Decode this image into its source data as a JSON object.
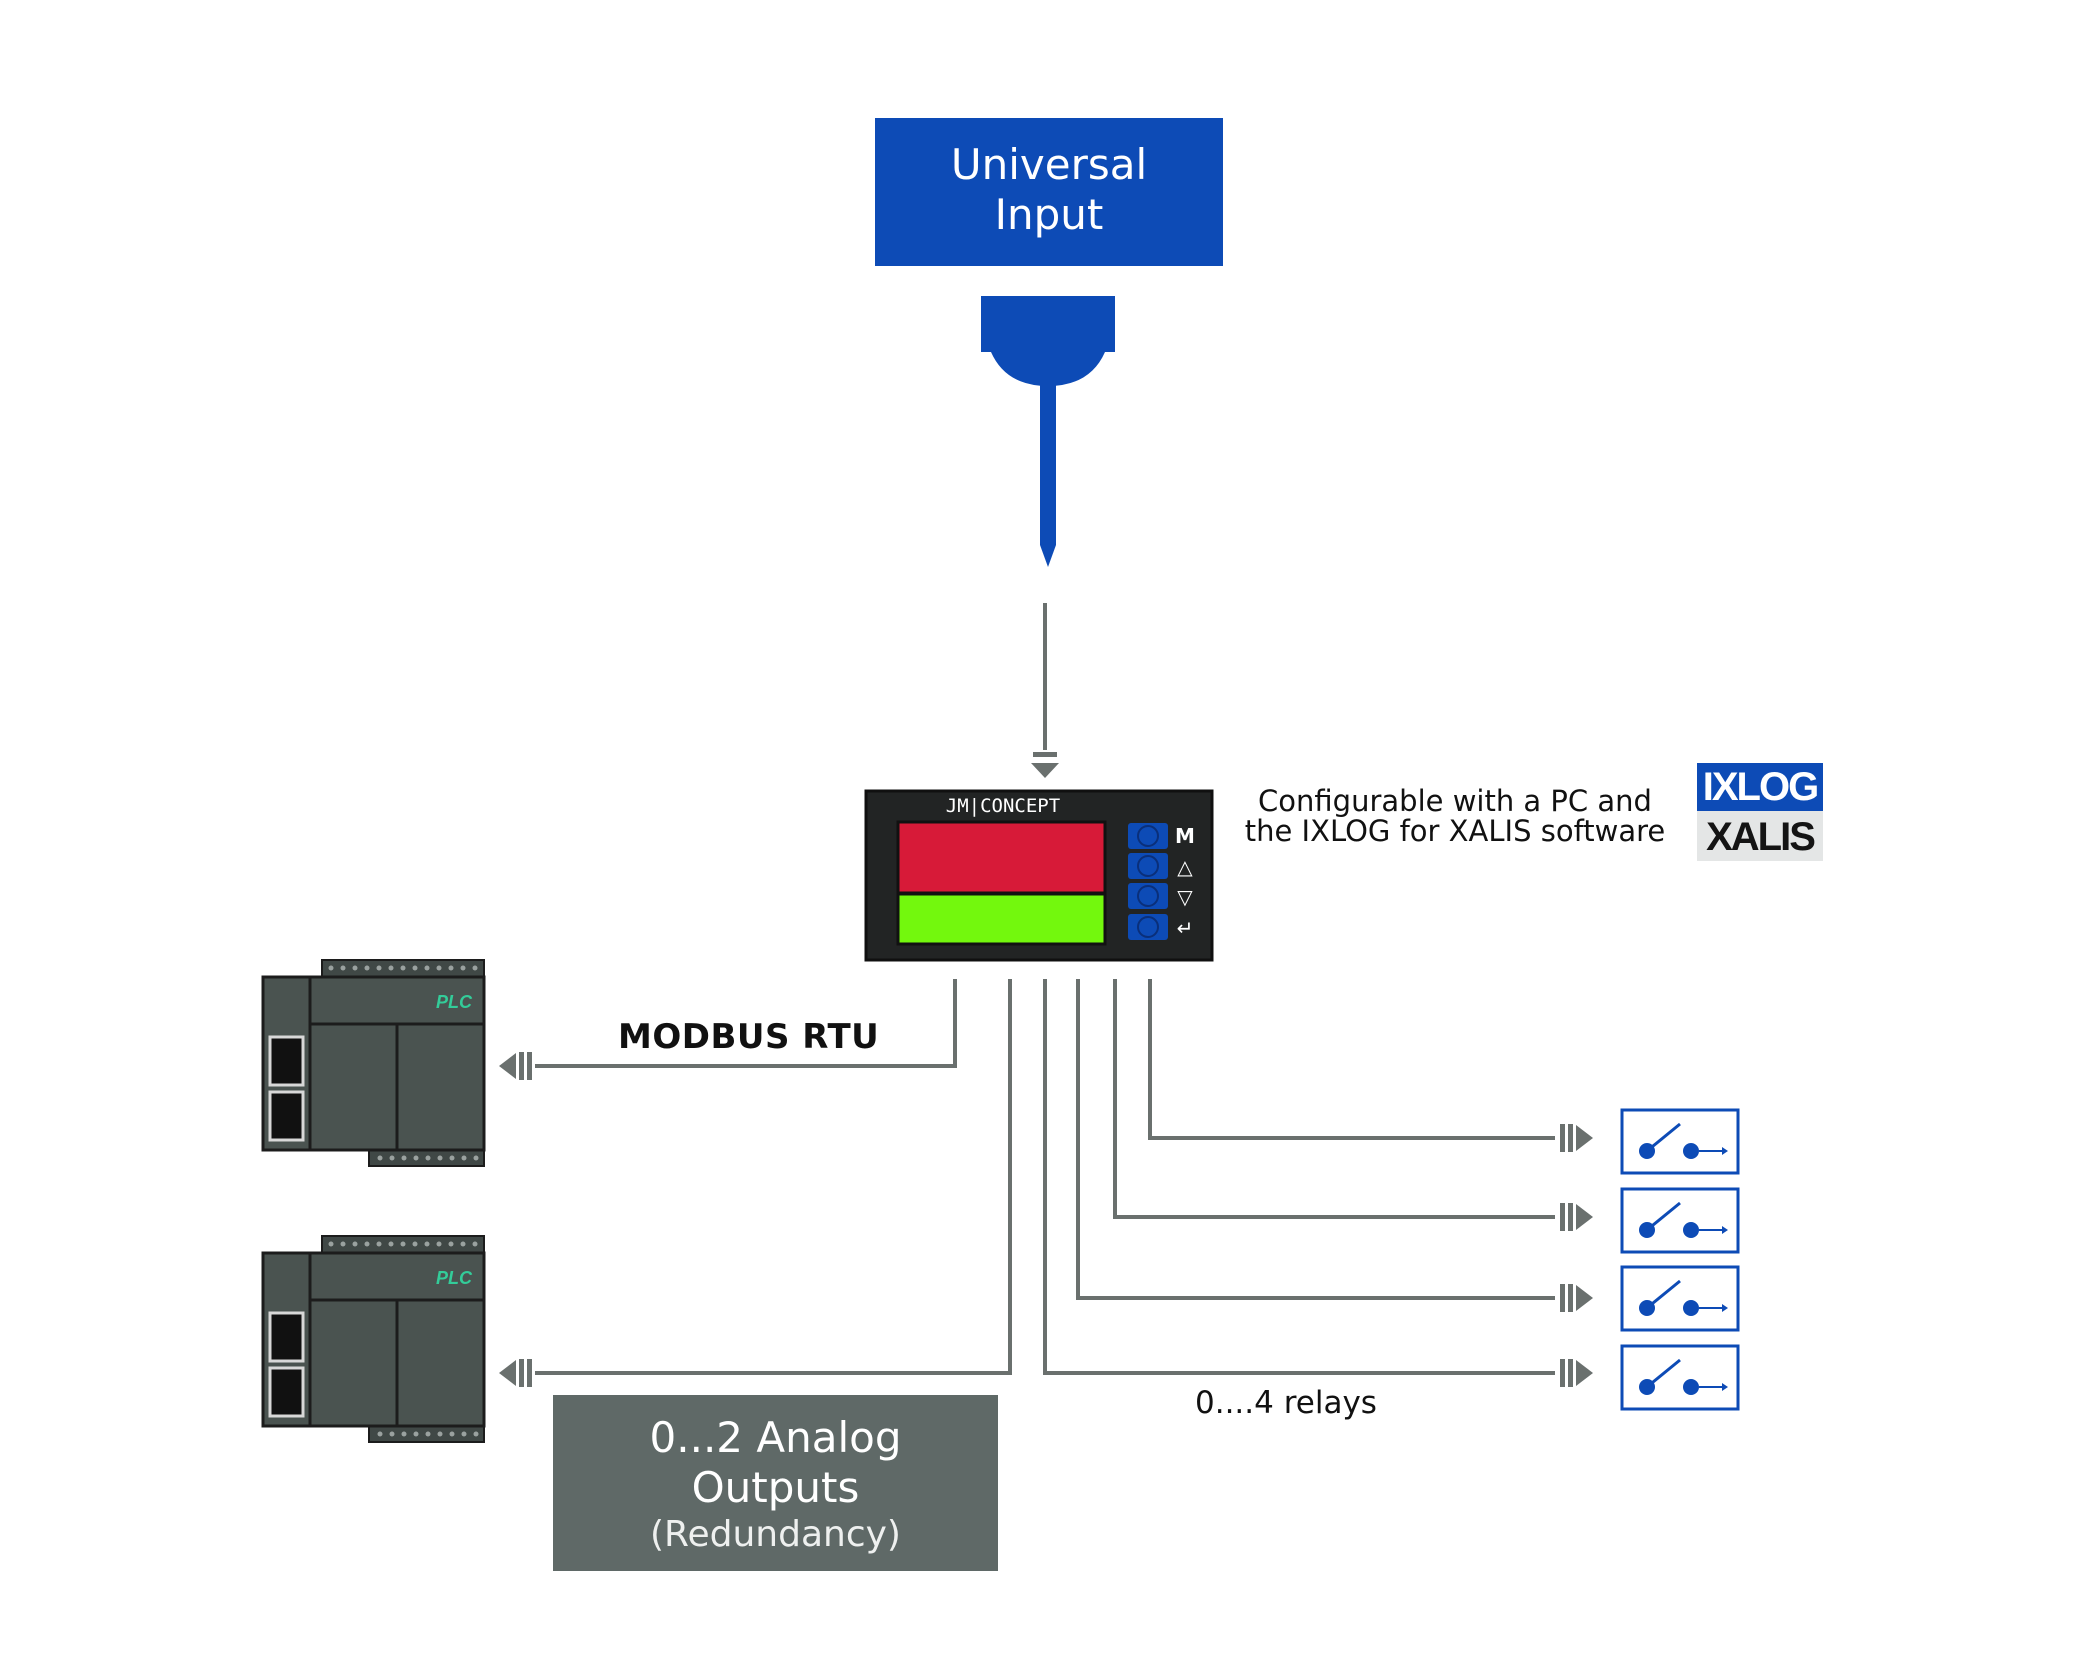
{
  "input_box": {
    "line1": "Universal",
    "line2": "Input"
  },
  "device": {
    "brand": "JM|CONCEPT",
    "buttons": [
      "M",
      "△",
      "▽",
      "↵"
    ],
    "display_colors": {
      "top": "#d71a38",
      "bottom": "#73f80d"
    }
  },
  "config_note": {
    "line1": "Configurable with a PC and",
    "line2": "the IXLOG for XALIS software"
  },
  "logos": {
    "ixlog": "IXLOG",
    "xalis": "XALIS"
  },
  "modbus_label": "MODBUS RTU",
  "plc_label": "PLC",
  "analog_box": {
    "line1": "0...2 Analog",
    "line2": "Outputs",
    "line3": "(Redundancy)"
  },
  "relays_label": "0....4 relays",
  "colors": {
    "accent_blue": "#0d4bb6",
    "wire_grey": "#6a706e",
    "plc_body": "#4a5350",
    "plc_text": "#33cc99"
  }
}
